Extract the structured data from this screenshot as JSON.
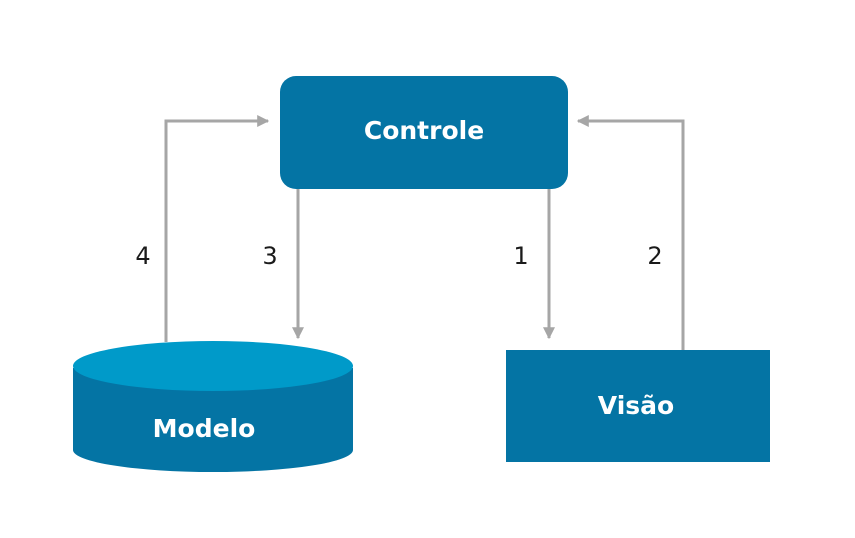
{
  "colors": {
    "box_fill": "#0474a4",
    "cylinder_top": "#009ac9",
    "arrow": "#a6a6a6",
    "background": "#ffffff"
  },
  "nodes": {
    "controle": "Controle",
    "modelo": "Modelo",
    "visao": "Visão"
  },
  "arrows": {
    "a1": "1",
    "a2": "2",
    "a3": "3",
    "a4": "4"
  }
}
